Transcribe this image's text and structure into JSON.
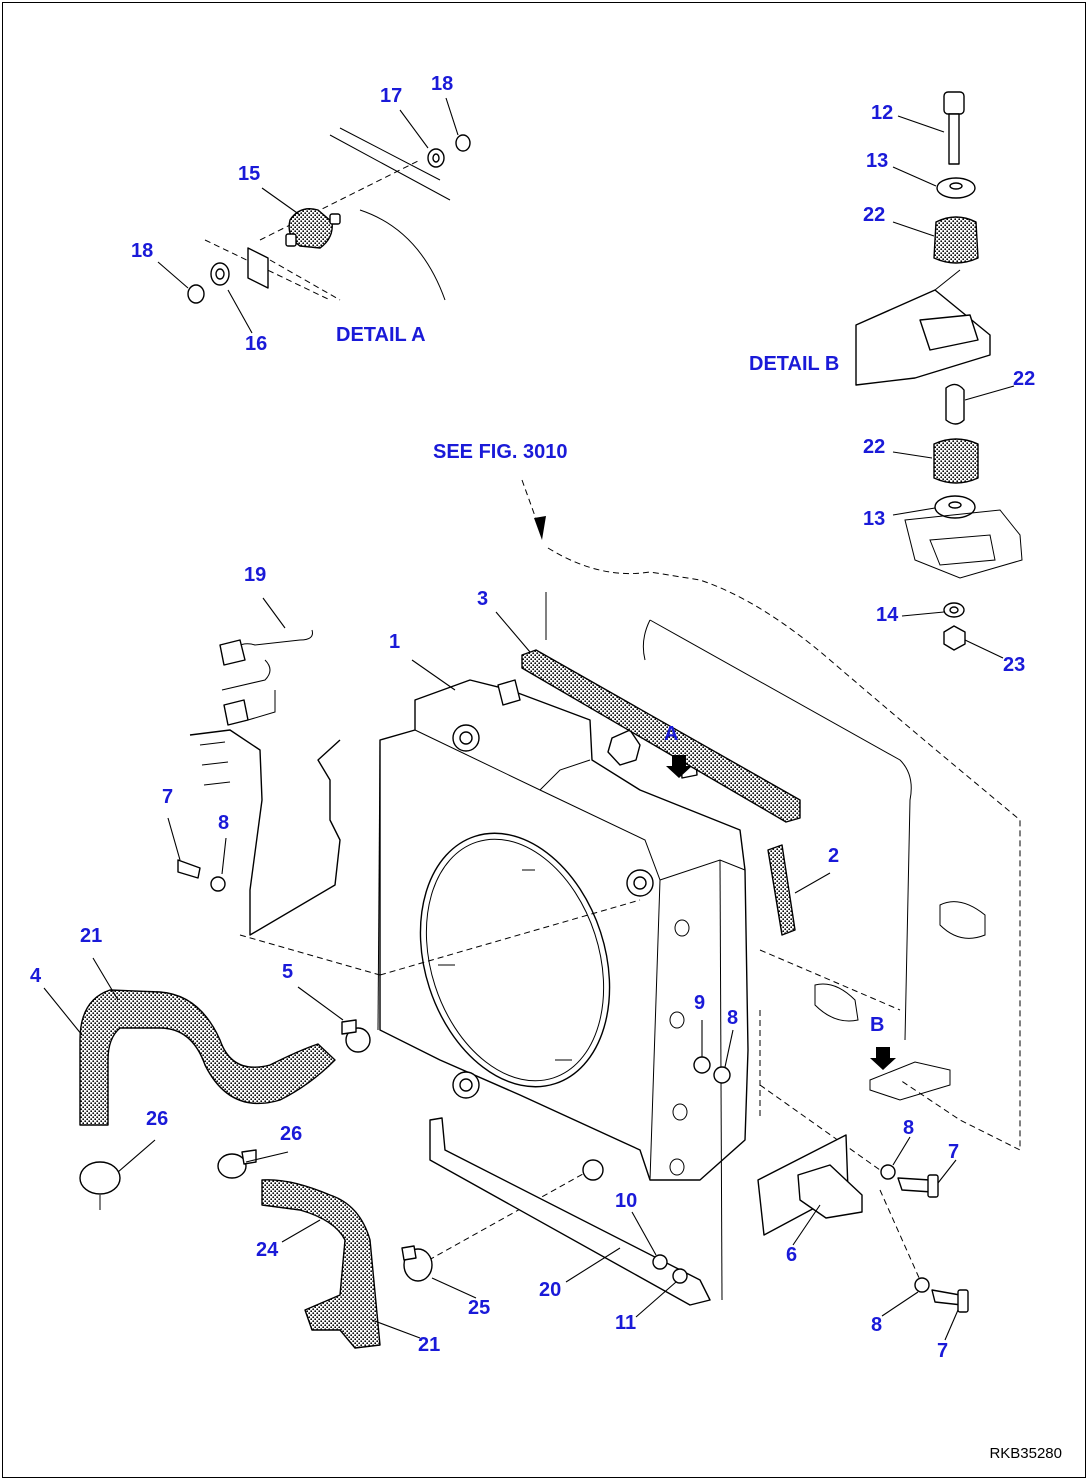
{
  "detail_a": {
    "title": "DETAIL A",
    "callouts": [
      "17",
      "18",
      "15",
      "18",
      "16"
    ]
  },
  "detail_b": {
    "title": "DETAIL B",
    "callouts": [
      "12",
      "13",
      "22",
      "22",
      "22",
      "13",
      "14",
      "23"
    ]
  },
  "main": {
    "reference": "SEE FIG. 3010",
    "view_arrow_a": "A",
    "view_arrow_b": "B",
    "callouts": [
      "19",
      "3",
      "1",
      "7",
      "8",
      "2",
      "21",
      "4",
      "5",
      "9",
      "8",
      "26",
      "26",
      "8",
      "7",
      "10",
      "6",
      "24",
      "25",
      "20",
      "11",
      "8",
      "7",
      "21"
    ]
  },
  "drawing_code": "RKB35280"
}
